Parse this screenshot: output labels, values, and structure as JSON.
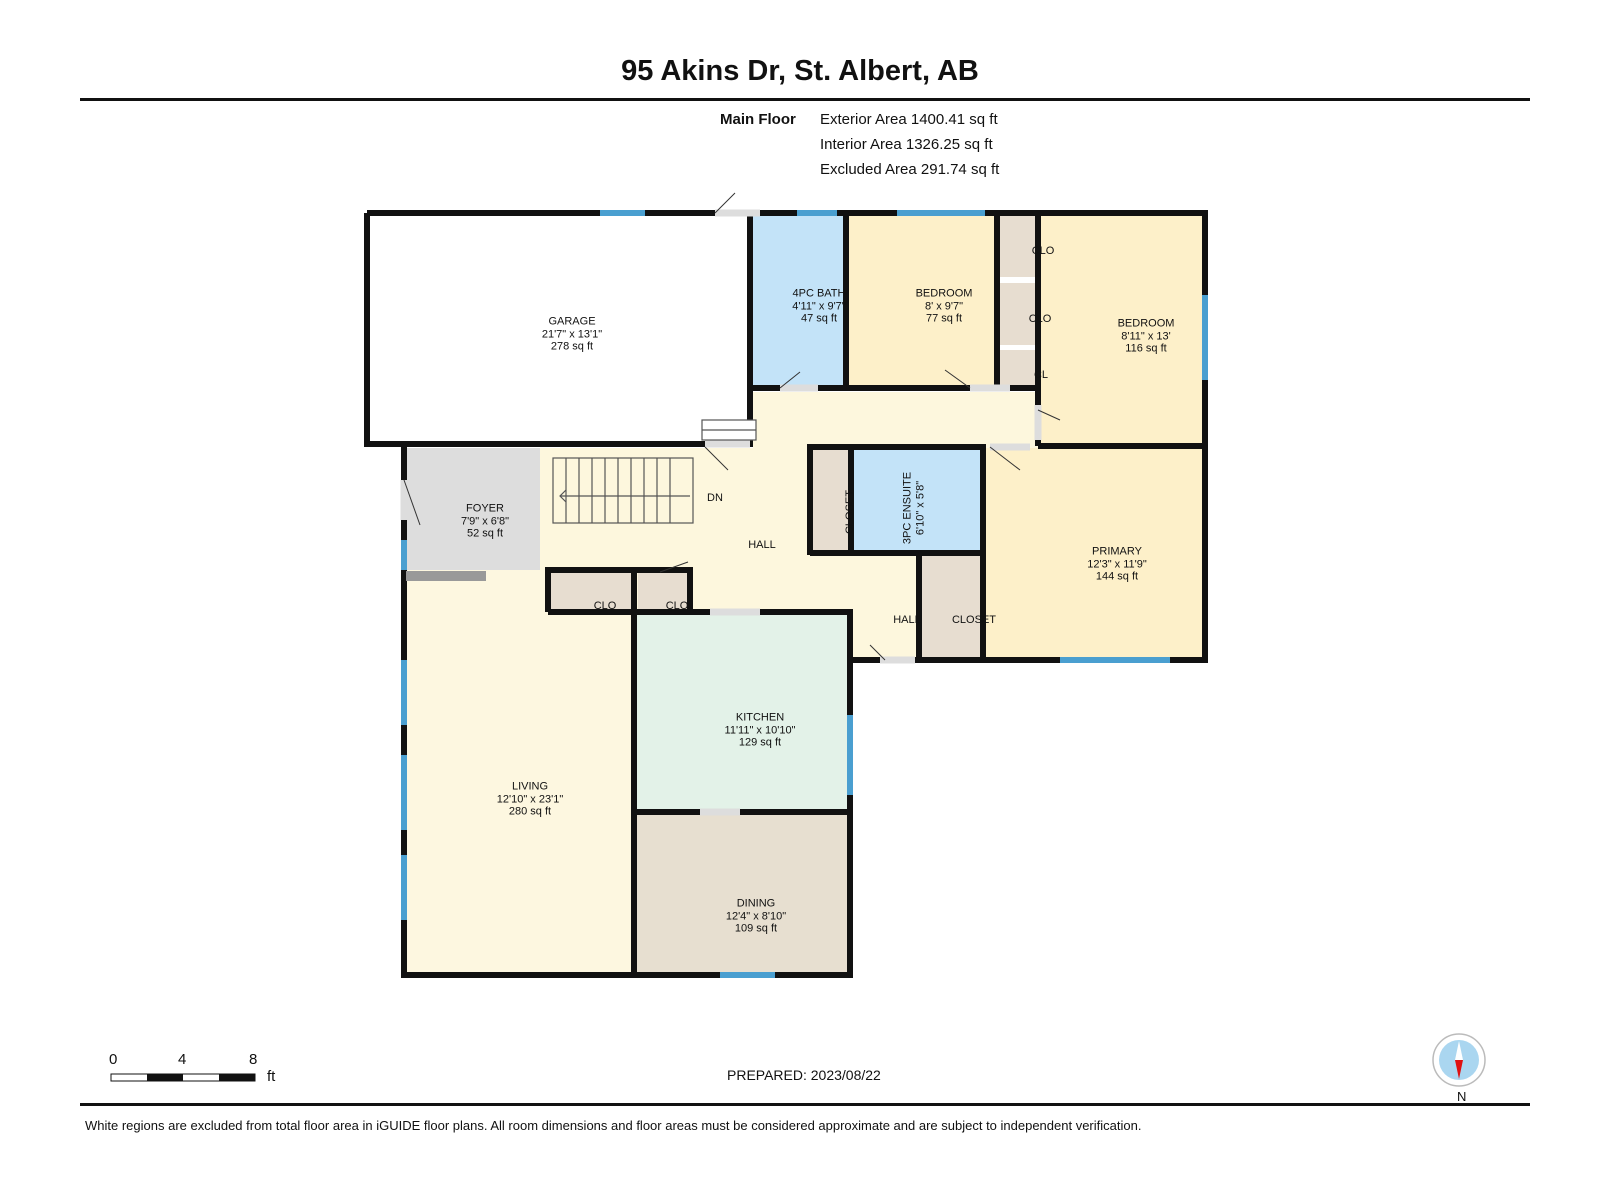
{
  "title": "95 Akins Dr, St. Albert, AB",
  "floor": {
    "name": "Main Floor",
    "exterior": "Exterior Area 1400.41 sq ft",
    "interior": "Interior Area 1326.25 sq ft",
    "excluded": "Excluded Area 291.74 sq ft"
  },
  "rooms": {
    "garage": {
      "name": "GARAGE",
      "dims": "21'7\" x 13'1\"",
      "area": "278 sq ft"
    },
    "bath": {
      "name": "4PC BATH",
      "dims": "4'11\" x 9'7\"",
      "area": "47 sq ft"
    },
    "bedroom1": {
      "name": "BEDROOM",
      "dims": "8' x 9'7\"",
      "area": "77 sq ft"
    },
    "bedroom2": {
      "name": "BEDROOM",
      "dims": "8'11\" x 13'",
      "area": "116 sq ft"
    },
    "clo1": "CLO",
    "clo2": "CLO",
    "cl": "CL",
    "foyer": {
      "name": "FOYER",
      "dims": "7'9\" x 6'8\"",
      "area": "52 sq ft"
    },
    "dn": "DN",
    "hall": "HALL",
    "closet1": "CLOSET",
    "ensuite": {
      "name": "3PC ENSUITE",
      "dims": "6'10\" x 5'8\""
    },
    "primary": {
      "name": "PRIMARY",
      "dims": "12'3\" x 11'9\"",
      "area": "144 sq ft"
    },
    "clo3": "CLO",
    "clo4": "CLO",
    "hall2": "HALL",
    "closet2": "CLOSET",
    "kitchen": {
      "name": "KITCHEN",
      "dims": "11'11\" x 10'10\"",
      "area": "129 sq ft"
    },
    "living": {
      "name": "LIVING",
      "dims": "12'10\" x 23'1\"",
      "area": "280 sq ft"
    },
    "dining": {
      "name": "DINING",
      "dims": "12'4\" x 8'10\"",
      "area": "109 sq ft"
    }
  },
  "scale": {
    "t0": "0",
    "t4": "4",
    "t8": "8",
    "unit": "ft"
  },
  "prepared": "PREPARED: 2023/08/22",
  "north": "N",
  "disclaimer": "White regions are excluded from total floor area in iGUIDE floor plans. All room dimensions and floor areas must be considered approximate and are subject to independent verification.",
  "colors": {
    "bath": "#c3e3f8",
    "bedroom": "#fdf0c9",
    "closet": "#e7ddd0",
    "hall": "#fdf7dd",
    "foyer": "#dddddd",
    "kitchen": "#e3f2e8",
    "dining": "#e7dfd0",
    "window": "#4a9fd0"
  }
}
